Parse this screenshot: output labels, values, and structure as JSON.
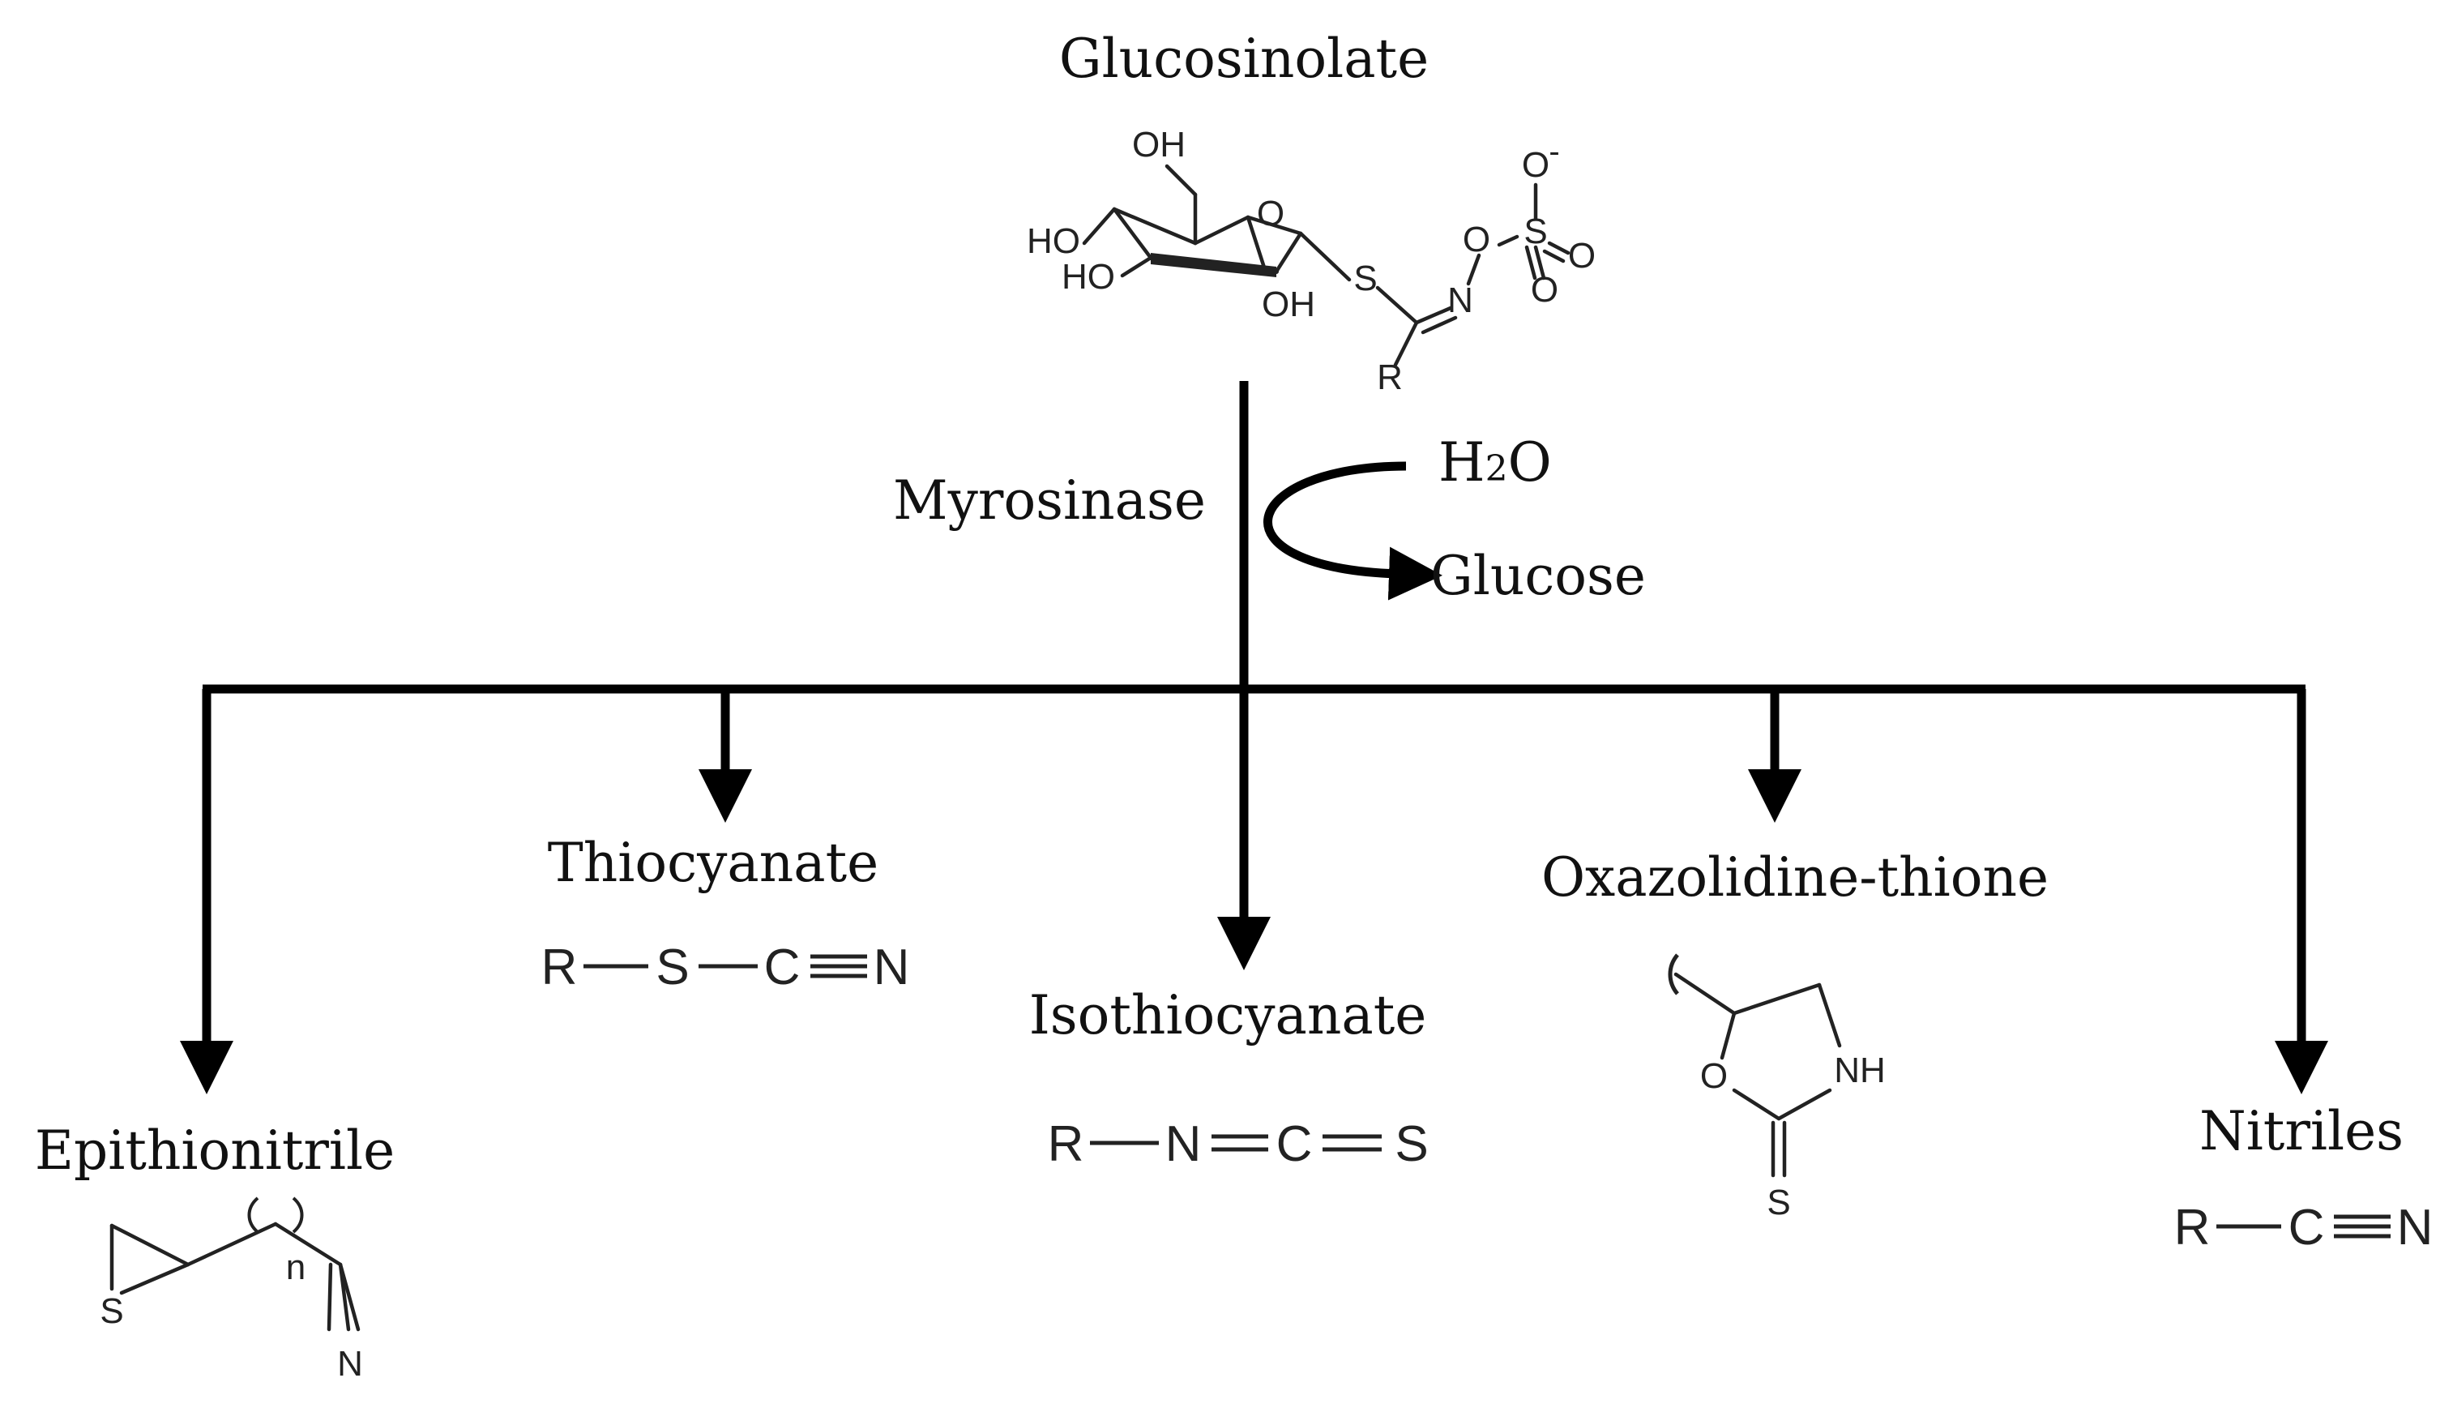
{
  "diagram": {
    "reactant": {
      "name": "Glucosinolate",
      "atoms": {
        "oh_top": "OH",
        "ho_left": "HO",
        "ho_lower": "HO",
        "oh_bottom": "OH",
        "ring_o": "O",
        "s": "S",
        "n": "N",
        "o_link": "O",
        "s_sulfo": "S",
        "o_minus": "O",
        "o_minus_sign": "-",
        "o_right": "O",
        "o_down": "O",
        "r": "R"
      }
    },
    "enzyme": "Myrosinase",
    "water": {
      "main": "H",
      "sub": "2",
      "tail": "O"
    },
    "byproduct": "Glucose",
    "products": [
      {
        "name": "Epithionitrile",
        "atoms": {
          "s": "S",
          "n": "N",
          "subscript": "n"
        }
      },
      {
        "name": "Thiocyanate",
        "formula": {
          "r": "R",
          "s": "S",
          "c": "C",
          "n": "N"
        }
      },
      {
        "name": "Isothiocyanate",
        "formula": {
          "r": "R",
          "n": "N",
          "c": "C",
          "s": "S"
        }
      },
      {
        "name": "Oxazolidine-thione",
        "atoms": {
          "o": "O",
          "nh": "NH",
          "s": "S"
        }
      },
      {
        "name": "Nitriles",
        "formula": {
          "r": "R",
          "c": "C",
          "n": "N"
        }
      }
    ]
  }
}
